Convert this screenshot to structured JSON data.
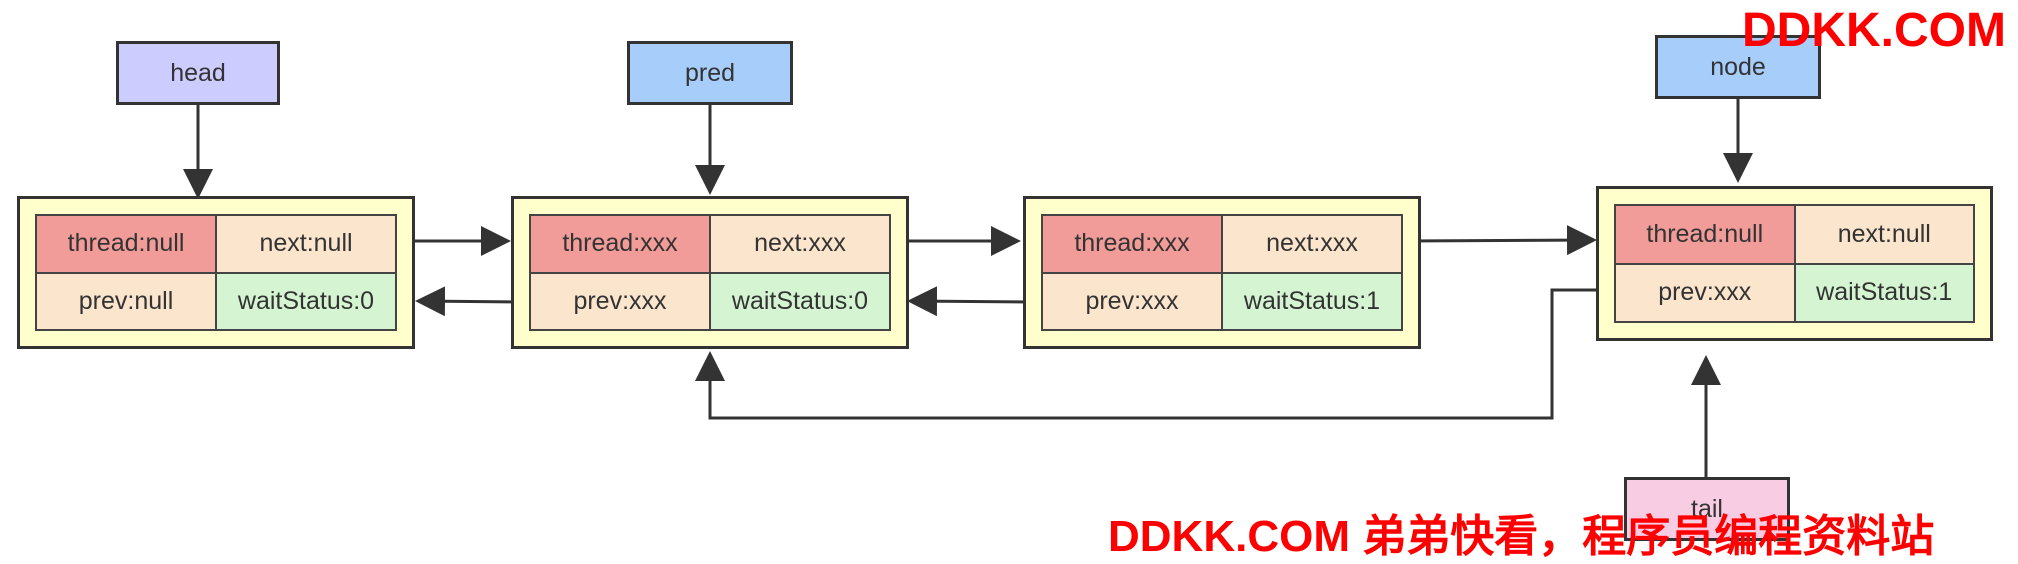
{
  "labels": {
    "head": "head",
    "pred": "pred",
    "node": "node",
    "tail": "tail"
  },
  "nodes": [
    {
      "thread": "thread:null",
      "next": "next:null",
      "prev": "prev:null",
      "waitStatus": "waitStatus:0"
    },
    {
      "thread": "thread:xxx",
      "next": "next:xxx",
      "prev": "prev:xxx",
      "waitStatus": "waitStatus:0"
    },
    {
      "thread": "thread:xxx",
      "next": "next:xxx",
      "prev": "prev:xxx",
      "waitStatus": "waitStatus:1"
    },
    {
      "thread": "thread:null",
      "next": "next:null",
      "prev": "prev:xxx",
      "waitStatus": "waitStatus:1"
    }
  ],
  "watermark": {
    "top": "DDKK.COM",
    "bottom": "DDKK.COM 弟弟快看，程序员编程资料站"
  },
  "colors": {
    "head_label": "#ccccff",
    "pointer_label": "#a7cefb",
    "tail_label": "#f8cce3",
    "node_bg": "#ffffcc",
    "thread_cell": "#f19c99",
    "field_cell": "#fbe5cd",
    "wait_cell": "#d5f5d2",
    "watermark": "#ff0000"
  }
}
